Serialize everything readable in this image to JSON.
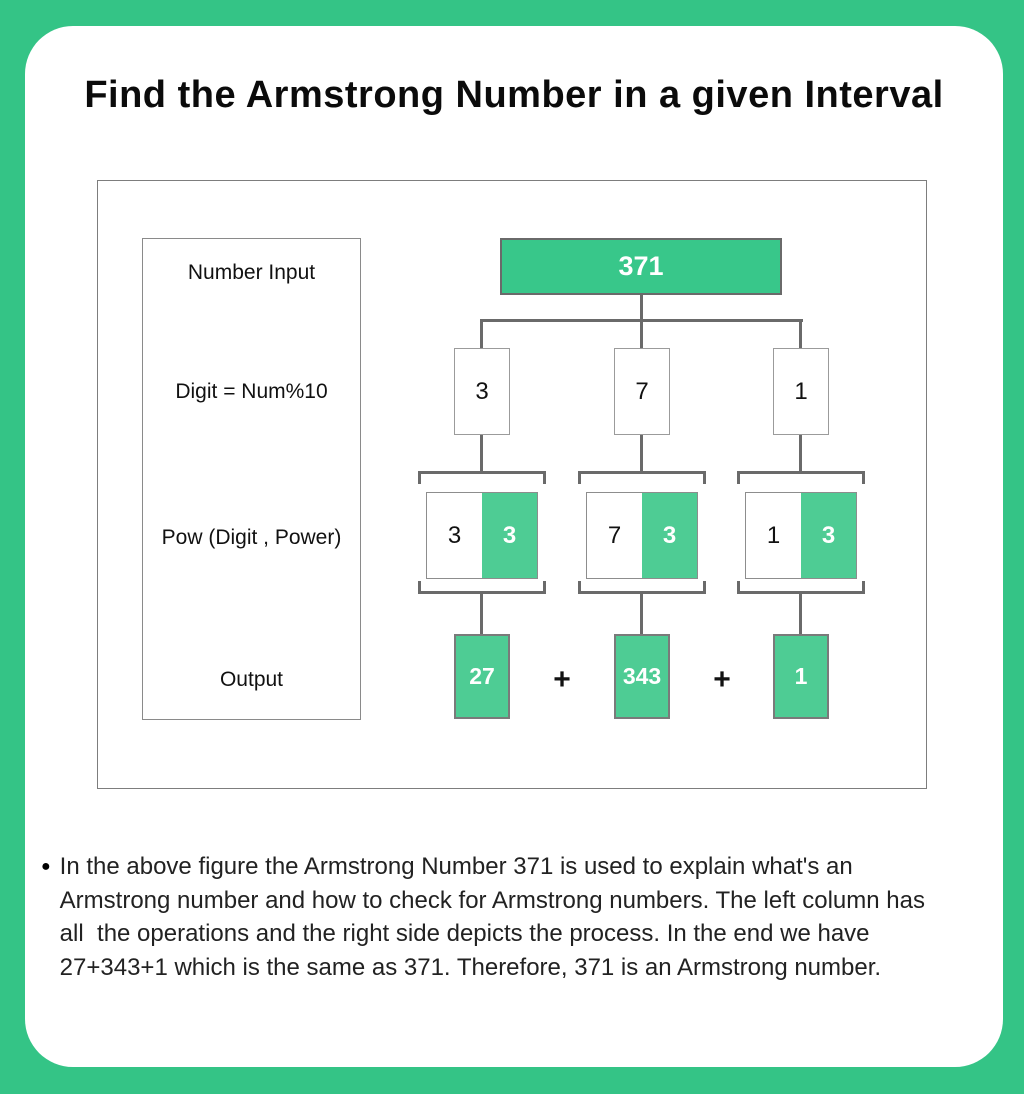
{
  "colors": {
    "frame_green": "#34C486",
    "input_box_green": "#38C78A",
    "cell_green": "#4ECC94",
    "connector_gray": "#6A6A6A"
  },
  "title": "Find the Armstrong Number in a given Interval",
  "diagram": {
    "row_labels": [
      "Number Input",
      "Digit = Num%10",
      "Pow (Digit , Power)",
      "Output"
    ],
    "input_number": "371",
    "plus_sign": "+",
    "columns": [
      {
        "digit": "3",
        "pow_digit": "3",
        "pow_power": "3",
        "output": "27"
      },
      {
        "digit": "7",
        "pow_digit": "7",
        "pow_power": "3",
        "output": "343"
      },
      {
        "digit": "1",
        "pow_digit": "1",
        "pow_power": "3",
        "output": "1"
      }
    ]
  },
  "note": {
    "bullet": "●",
    "lines": [
      "In the above figure the Armstrong Number 371 is used to explain what's an",
      "Armstrong number and how to check for Armstrong numbers. The left column has",
      "all  the operations and the right side depicts the process. In the end we have",
      "27+343+1 which is the same as 371. Therefore, 371 is an Armstrong number."
    ]
  }
}
